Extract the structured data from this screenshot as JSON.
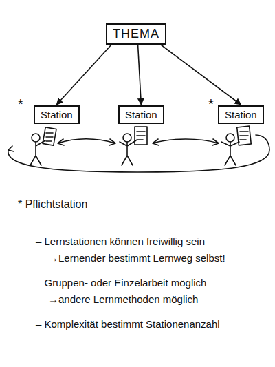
{
  "diagram": {
    "nodes": [
      {
        "text": [
          "THEMA"
        ]
      },
      {
        "text": [
          "Station"
        ]
      },
      {
        "text": [
          "Station"
        ]
      },
      {
        "text": [
          "Station"
        ]
      }
    ],
    "edges": [
      {
        "from": 0,
        "to": 1,
        "arrow": "to"
      },
      {
        "from": 0,
        "to": 2,
        "arrow": "to"
      },
      {
        "from": 0,
        "to": 3,
        "arrow": "to"
      }
    ],
    "labels": [
      "*",
      "*",
      "* Pflichtstation",
      "– Lernstationen können freiwillig sein",
      "→Lernender bestimmt Lernweg selbst!",
      "– Gruppen- oder Einzelarbeit möglich",
      "→andere Lernmethoden möglich",
      "– Komplexität bestimmt Stationenanzahl"
    ]
  }
}
